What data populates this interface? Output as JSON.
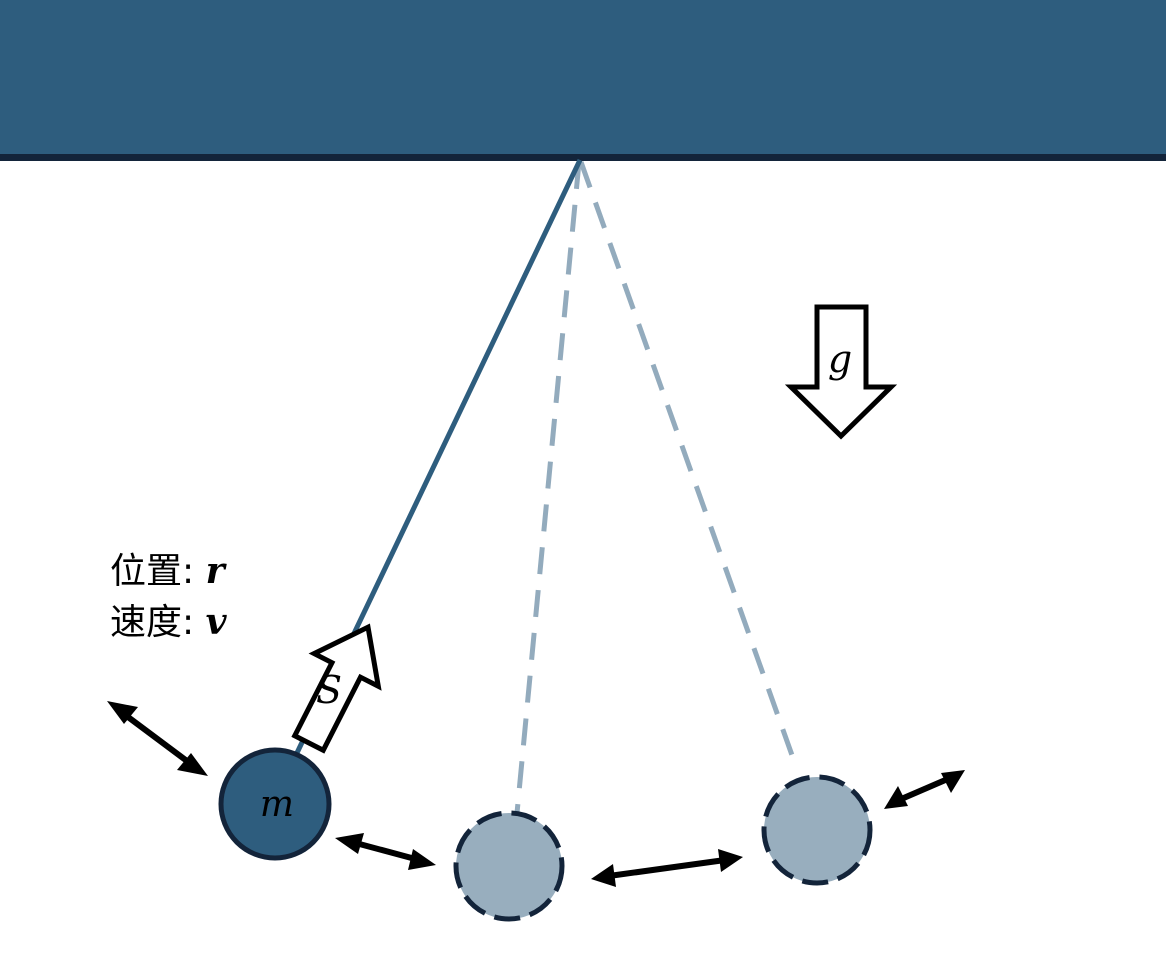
{
  "colors": {
    "ceiling": "#2e5d7e",
    "ceiling_edge": "#13243a",
    "rod": "#2e5d7e",
    "ghost_rod": "#93abbd",
    "bob_fill": "#2e5d7e",
    "bob_stroke": "#13243a",
    "ghost_fill": "#98aebe",
    "arrow": "#000000"
  },
  "labels": {
    "mass": "m",
    "tension": "S",
    "gravity": "g",
    "position_prefix": "位置: ",
    "position_symbol": "r",
    "velocity_prefix": "速度: ",
    "velocity_symbol": "v"
  },
  "icons": {
    "tension": "hollow-arrow-up-right",
    "gravity": "hollow-arrow-down",
    "motion": "double-headed-arrow"
  }
}
